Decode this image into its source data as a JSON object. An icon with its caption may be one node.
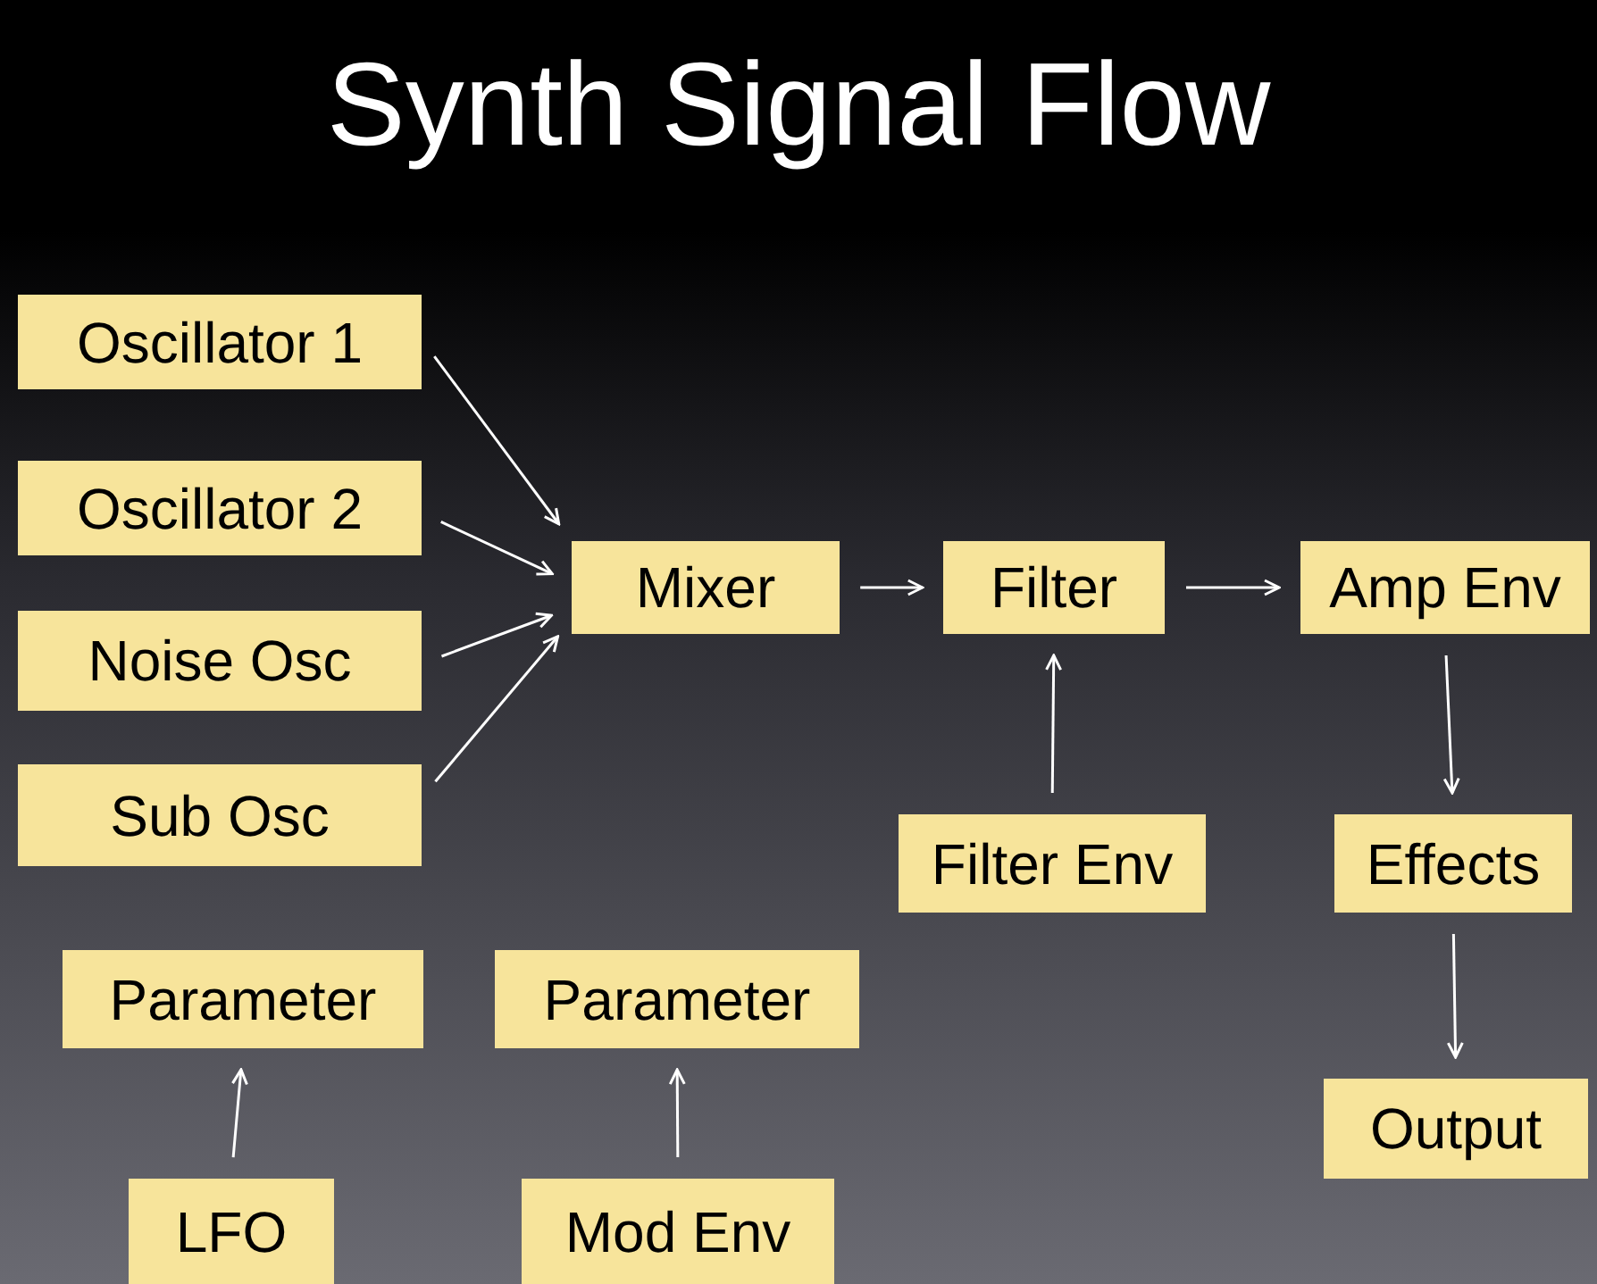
{
  "diagram": {
    "title": "Synth Signal Flow",
    "nodes": [
      {
        "text": [
          "Oscillator 1"
        ]
      },
      {
        "text": [
          "Oscillator 2"
        ]
      },
      {
        "text": [
          "Noise Osc"
        ]
      },
      {
        "text": [
          "Sub Osc"
        ]
      },
      {
        "text": [
          "Mixer"
        ]
      },
      {
        "text": [
          "Filter"
        ]
      },
      {
        "text": [
          "Amp Env"
        ]
      },
      {
        "text": [
          "Filter Env"
        ]
      },
      {
        "text": [
          "Effects"
        ]
      },
      {
        "text": [
          "Parameter"
        ]
      },
      {
        "text": [
          "Parameter"
        ]
      },
      {
        "text": [
          "Output"
        ]
      },
      {
        "text": [
          "LFO"
        ]
      },
      {
        "text": [
          "Mod Env"
        ]
      }
    ],
    "edges": [
      {
        "from": 0,
        "to": 4,
        "arrow": "to"
      },
      {
        "from": 1,
        "to": 4,
        "arrow": "to"
      },
      {
        "from": 2,
        "to": 4,
        "arrow": "to"
      },
      {
        "from": 3,
        "to": 4,
        "arrow": "to"
      },
      {
        "from": 4,
        "to": 5,
        "arrow": "to"
      },
      {
        "from": 5,
        "to": 6,
        "arrow": "to"
      },
      {
        "from": 7,
        "to": 5,
        "arrow": "to"
      },
      {
        "from": 6,
        "to": 8,
        "arrow": "to"
      },
      {
        "from": 8,
        "to": 11,
        "arrow": "to"
      },
      {
        "from": 12,
        "to": 9,
        "arrow": "to"
      },
      {
        "from": 13,
        "to": 10,
        "arrow": "to"
      }
    ]
  }
}
